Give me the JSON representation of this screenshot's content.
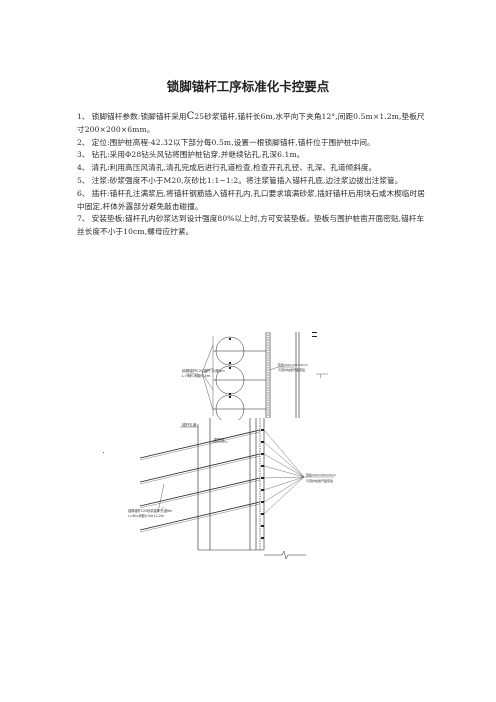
{
  "document": {
    "title": "锁脚锚杆工序标准化卡控要点",
    "paragraphs": [
      {
        "num": "1、",
        "segments": [
          {
            "text": "锁脚锚杆参数:锁脚锚杆采用",
            "big": false
          },
          {
            "text": "C",
            "big": true
          },
          {
            "text": "25砂浆锚杆,锚杆长6m,水平向下夹角12°,间距0.5m×1.2m,垫板尺寸200×200×6mm。",
            "big": false
          }
        ]
      },
      {
        "num": "2、",
        "segments": [
          {
            "text": "定位:围护桩高程-42.32以下部分每0.5m,设置一根锁脚锚杆,锚杆位于围护桩中间。",
            "big": false
          }
        ]
      },
      {
        "num": "3、",
        "segments": [
          {
            "text": "钻孔:采用Φ28钻头风钻将围护桩钻穿,并继续钻孔,孔深6.1m。",
            "big": false
          }
        ]
      },
      {
        "num": "4、",
        "segments": [
          {
            "text": "清孔:利用高压风清孔,清孔完成后进行孔道检查,检查开孔孔径、孔深、孔道倾斜度。",
            "big": false
          }
        ]
      },
      {
        "num": "5、",
        "segments": [
          {
            "text": "注浆:砂浆强度不小于M20,灰砂比1:1~1:2。将注浆管插入锚杆孔底,边注浆边拔出注浆管。",
            "big": false
          }
        ]
      },
      {
        "num": "6、",
        "segments": [
          {
            "text": "插杆:锚杆孔注满浆后,将锚杆钢筋插入锚杆孔内,孔口要求填满砂浆,插好锚杆后用块石或木楔临时居中固定,杆体外露部分避免敲击碰撞。",
            "big": false
          }
        ]
      },
      {
        "num": "7、",
        "segments": [
          {
            "text": "安装垫板:锚杆孔内砂浆达到设计强度80%以上时,方可安装垫板。垫板与围护桩凿开面密贴,锚杆车丝长度不小于10cm,螺母应拧紧。",
            "big": false
          }
        ]
      }
    ]
  },
  "figure1": {
    "left_annotation": [
      "锁脚锚杆C25锚杆,长度6m",
      "L=6m,间距0.5m"
    ],
    "marker_left": "I",
    "marker_right": "I",
    "right_annotation": [
      "垫板200×200×6mm",
      "与围护桩凿开面密贴"
    ]
  },
  "figure2": {
    "label_top_left": "锚杆孔道",
    "label_top_middle": "围护桩",
    "left_annotation": [
      "锁脚锚杆C25砂浆锚杆,长度6m",
      "L=6m,间距0.5m×1.2m"
    ],
    "right_annotation": [
      "垫板200×200×6mm",
      "与围护桩凿开面密贴"
    ]
  }
}
